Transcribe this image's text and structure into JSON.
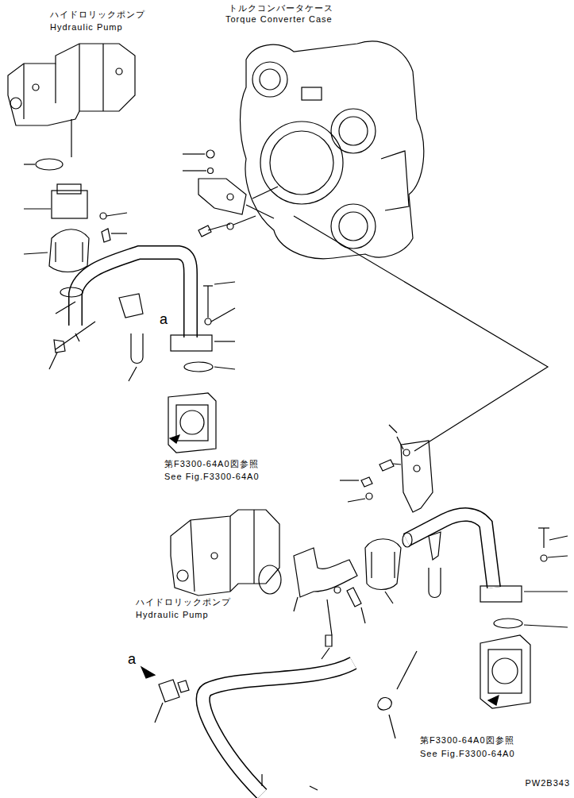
{
  "diagram": {
    "labels": [
      "ハイドロリックポンプ",
      "Hydraulic Pump",
      "トルクコンバータケース",
      "Torque Converter Case",
      "a",
      "第F3300-64A0図参照",
      "See Fig.F3300-64A0",
      "ハイドロリックポンプ",
      "Hydraulic Pump",
      "第F3300-64A0図参照",
      "See Fig.F3300-64A0",
      "a",
      "PW2B343"
    ]
  }
}
